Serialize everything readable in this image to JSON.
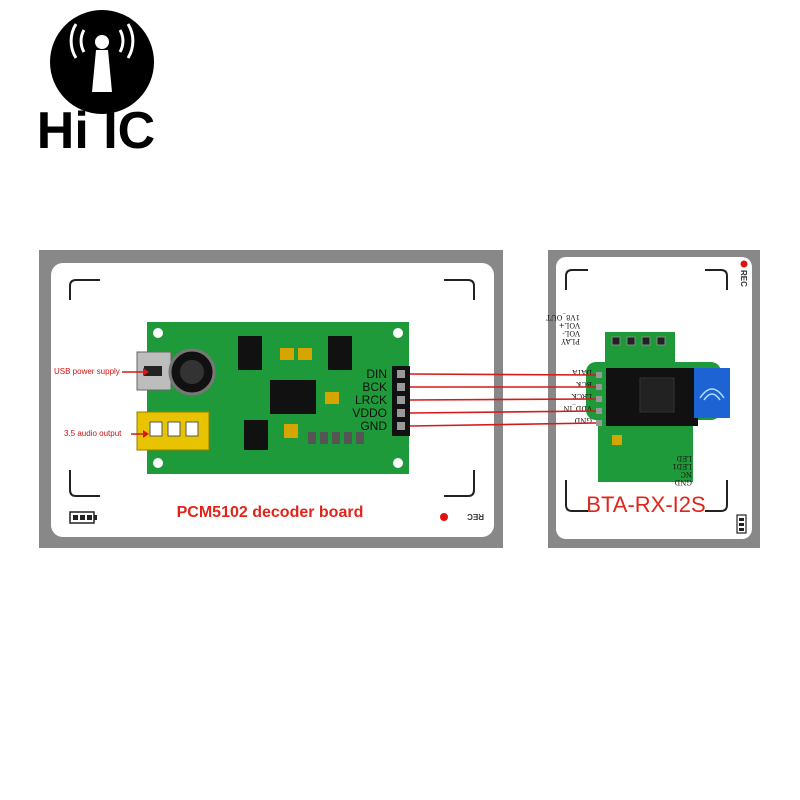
{
  "logo": {
    "text": "Hi IC"
  },
  "left_panel": {
    "title": "PCM5102 decoder board",
    "usb_label": "USB power supply",
    "audio_label": "3.5 audio output",
    "pins": [
      "DIN",
      "BCK",
      "LRCK",
      "VDDO",
      "GND"
    ],
    "rec": "REC"
  },
  "right_panel": {
    "title": "BTA-RX-I2S",
    "top_pins": [
      "PLAY",
      "VOL-",
      "VOL+",
      "1V8_OUT"
    ],
    "side_pins": [
      "DATA",
      "BCK",
      "LRCK",
      "VDD_IN",
      "GND"
    ],
    "bottom_pins": [
      "GND",
      "NC",
      "LED1",
      "LED"
    ],
    "rec": "REC"
  },
  "colors": {
    "wire": "#d61a1a",
    "pcb": "#1f9a3a",
    "panel_border": "#8a8a8a",
    "title_red": "#e0251b"
  }
}
